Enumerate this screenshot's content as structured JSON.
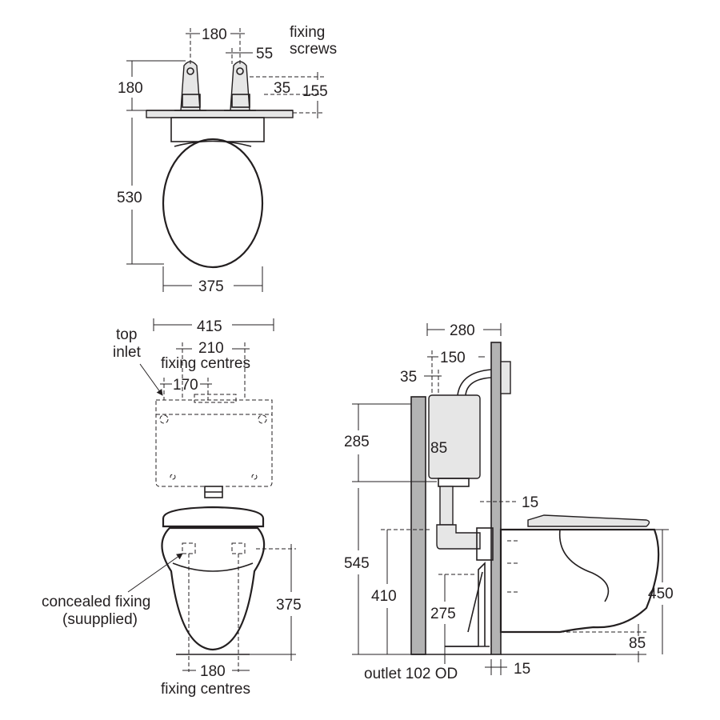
{
  "plan": {
    "width_bracket": "180",
    "fixing_screws_line1": "fixing",
    "fixing_screws_line2": "screws",
    "screw_offset": "55",
    "bracket_height": "180",
    "bracket_gap": "35",
    "bracket_depth": "155",
    "bowl_length": "530",
    "bowl_width": "375"
  },
  "front": {
    "cistern_width": "415",
    "top_inlet_line1": "top",
    "top_inlet_line2": "inlet",
    "fixing_centres_top": "210",
    "fixing_centres_label": "fixing centres",
    "inlet_offset": "170",
    "concealed_line1": "concealed fixing",
    "concealed_line2": "(suupplied)",
    "pan_height": "375",
    "fixing_centres_bottom": "180",
    "fixing_centres_bottom_label": "fixing centres"
  },
  "side": {
    "total_depth": "280",
    "offset_150": "150",
    "offset_35": "35",
    "cistern_height": "285",
    "flush_85": "85",
    "wall_15": "15",
    "height_545": "545",
    "height_410": "410",
    "height_275": "275",
    "pan_height": "450",
    "pan_85": "85",
    "outlet_label": "outlet 102 OD",
    "wall_15_bottom": "15"
  }
}
